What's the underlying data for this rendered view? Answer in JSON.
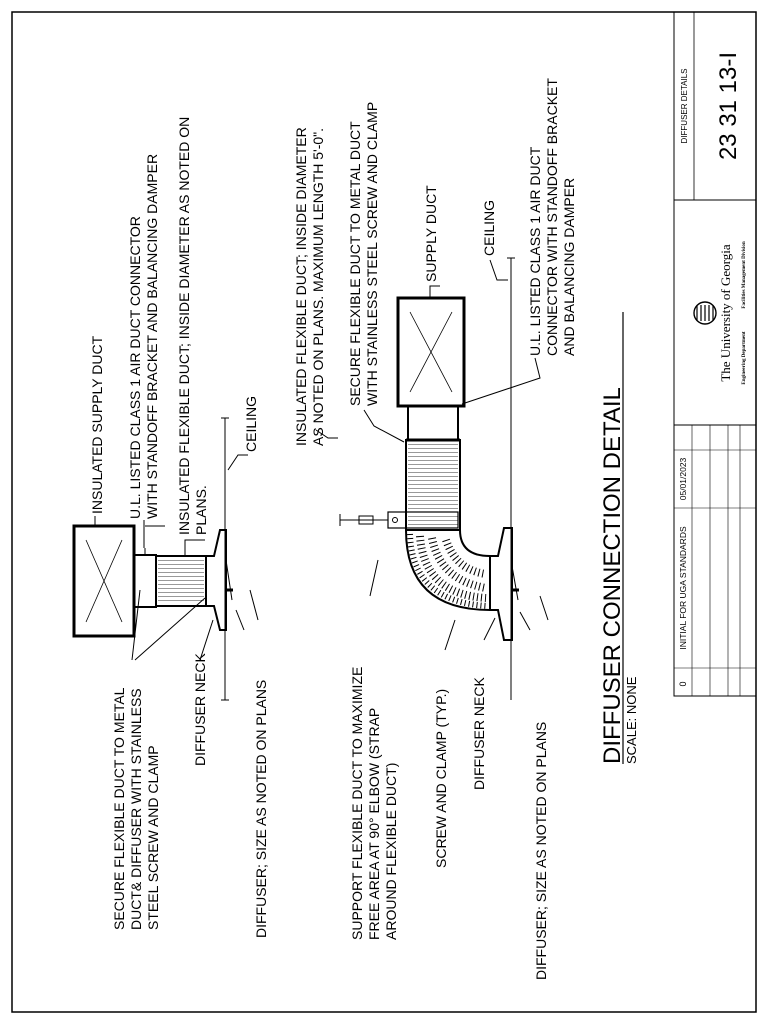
{
  "title": "DIFFUSER CONNECTION DETAIL",
  "scale": "SCALE: NONE",
  "left_detail": {
    "insulated_supply_duct": "INSULATED SUPPLY DUCT",
    "ul_line1": "U.L. LISTED CLASS 1 AIR DUCT CONNECTOR",
    "ul_line2": "WITH STANDOFF BRACKET AND BALANCING DAMPER",
    "flex_line1": "INSULATED FLEXIBLE DUCT; INSIDE DIAMETER AS NOTED ON",
    "flex_line2": "PLANS.",
    "ceiling": "CEILING",
    "secure_line1": "SECURE FLEXIBLE DUCT TO METAL",
    "secure_line2": "DUCT& DIFFUSER WITH STAINLESS",
    "secure_line3": "STEEL SCREW AND CLAMP",
    "diffuser_neck": "DIFFUSER NECK",
    "diffuser_size": "DIFFUSER; SIZE AS NOTED ON PLANS"
  },
  "right_detail": {
    "flex_line1": "INSULATED FLEXIBLE DUCT; INSIDE DIAMETER",
    "flex_line2": "AS NOTED ON PLANS. MAXIMUM LENGTH 5'-0\".",
    "secure_line1": "SECURE FLEXIBLE DUCT TO METAL DUCT",
    "secure_line2": "WITH STAINLESS STEEL SCREW AND CLAMP",
    "supply_duct": "SUPPLY DUCT",
    "ceiling": "CEILING",
    "ul_line1": "U.L.   LISTED CLASS 1 AIR DUCT",
    "ul_line2": "CONNECTOR WITH STANDOFF BRACKET",
    "ul_line3": "AND BALANCING DAMPER",
    "support_line1": "SUPPORT FLEXIBLE DUCT TO MAXIMIZE",
    "support_line2": "FREE AREA AT 90° ELBOW (STRAP",
    "support_line3": "AROUND FLEXIBLE DUCT)",
    "screw_clamp": "SCREW AND CLAMP (TYP.)",
    "diffuser_neck": "DIFFUSER NECK",
    "diffuser_size": "DIFFUSER; SIZE AS NOTED ON PLANS"
  },
  "title_block": {
    "rev_no": "0",
    "rev_desc": "INITIAL FOR UGA STANDARDS",
    "rev_date": "05/01/2023",
    "org_line1": "The University of Georgia",
    "org_line2_left": "Engineering Department",
    "org_line2_right": "Facilities Management Division",
    "sheet_title": "DIFFUSER DETAILS",
    "sheet_number": "23 31 13-I"
  }
}
